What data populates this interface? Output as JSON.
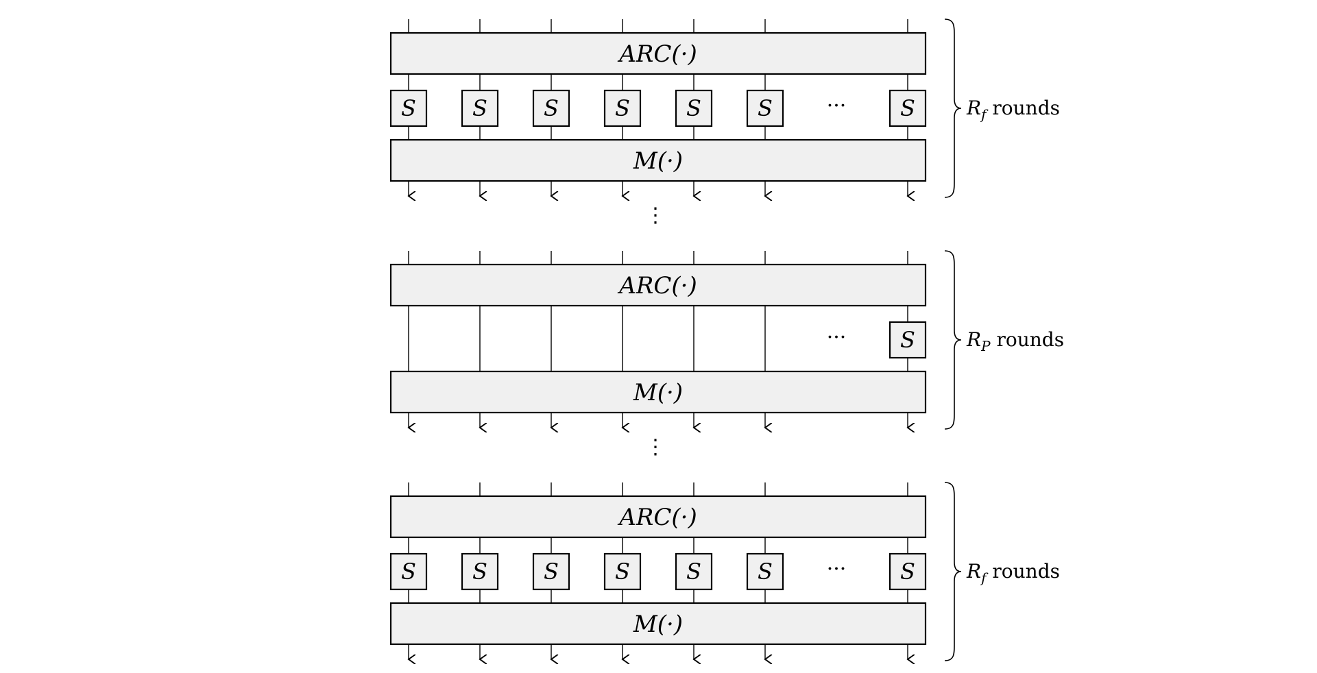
{
  "blocks": [
    {
      "type": "full",
      "arc_label": "ARC(·)",
      "sbox_label": "S",
      "sbox_count_left": 6,
      "ellipsis": "···",
      "mix_label": "M(·)",
      "rounds": {
        "var": "R",
        "sub": "f",
        "text": " rounds"
      }
    },
    {
      "type": "partial",
      "arc_label": "ARC(·)",
      "sbox_label": "S",
      "sbox_count_left": 0,
      "ellipsis": "···",
      "mix_label": "M(·)",
      "rounds": {
        "var": "R",
        "sub": "P",
        "text": " rounds"
      }
    },
    {
      "type": "full",
      "arc_label": "ARC(·)",
      "sbox_label": "S",
      "sbox_count_left": 6,
      "ellipsis": "···",
      "mix_label": "M(·)",
      "rounds": {
        "var": "R",
        "sub": "f",
        "text": " rounds"
      }
    }
  ],
  "separator": "⋮",
  "colors": {
    "box_fill": "#f0f0f0",
    "stroke": "#000000",
    "background": "#ffffff"
  }
}
